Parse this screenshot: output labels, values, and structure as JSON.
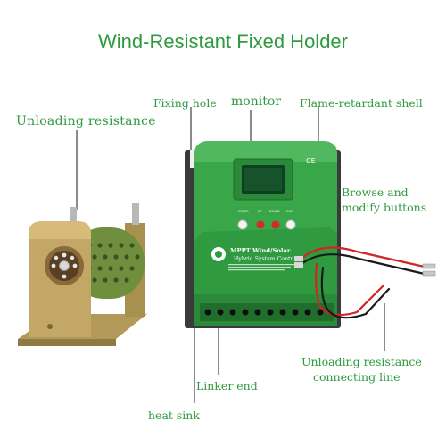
{
  "title": "Wind-Resistant Fixed Holder",
  "labels": {
    "fixing_hole": "Fixing hole",
    "monitor": "monitor",
    "flame_shell": "Flame-retardant shell",
    "unloading_resistance": "Unloading resistance",
    "browse_1": "Browse and",
    "browse_2": "modify buttons",
    "unloading_line_1": "Unloading resistance",
    "unloading_line_2": "connecting line",
    "linker_end": "Linker end",
    "heat_sink": "heat sink"
  },
  "device": {
    "buttons": [
      "ENTER",
      "UP",
      "DOWN",
      "ESC"
    ],
    "brand_line1": "MPPT Wind/Solar",
    "brand_line2": "Hybrid System Contr",
    "ce_mark": "CE"
  },
  "colors": {
    "label_green": "#2e9a3e",
    "shell_green": "#3aa64a",
    "shell_dark": "#2a8a39",
    "resistor_green": "#6f8f3f",
    "bracket_gold": "#b39a5a",
    "wire_red": "#d22424",
    "wire_black": "#1a1a1a"
  }
}
